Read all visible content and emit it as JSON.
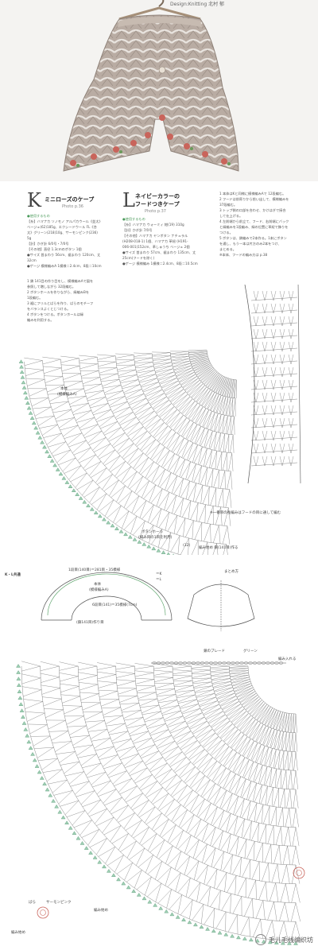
{
  "credit": "Design:Knitting 北村 郁",
  "k": {
    "letter": "K",
    "title": "ミニローズのケープ",
    "photo": "Photo p.36",
    "heading": "●使用するもの",
    "lines": [
      "【糸】ハマナカ ソノモノ アルパカウール《並太》",
      "ベージュ(62)185g、エクシードウール FL《合",
      "太》グリーン(218)10g、サーモンピンク(236)",
      "5g",
      "【針】かぎ針 6/0号・7/0号",
      "【その他】直径 1.3cmのボタン 1個",
      "●サイズ 首まわり 56cm、裾まわり 120cm、丈",
      "32cm",
      "●ゲージ 模様編みA 1模様＝2.4cm、8段＝10cm"
    ],
    "steps": [
      "1 鎖 141目の作り目をし、模様編みAで図を",
      "参照して増しながら 32段編む。",
      "2 ボタンホールを作りながら、縁編みBを",
      "1段編む。",
      "3 裾にフリルとばらを作り、ばらのモチーフ",
      "をバランスよくとじつける。",
      "4 ボタンをつける。ボタンホールは縁",
      "編みを利用する。"
    ]
  },
  "l": {
    "letter": "L",
    "title1": "ネイビーカラーの",
    "title2": "フードつきケープ",
    "photo": "Photo p.37",
    "heading": "●使用するもの",
    "lines": [
      "【糸】ハマナカ ウォーミィ 紺(19) 310g",
      "【針】かぎ針 7/0号",
      "【その他】ハマナカ ヤンボタン ナチュラル",
      "(H208-018-1) 1個、ハマナカ 革紐 (H191-",
      "006-001)152cm、革しゅうち ベージュ 2個",
      "●サイズ 首まわり 57cm、裾まわり 135cm、丈",
      "25cm(フードを除く)",
      "●ゲージ 模様編み 1模様＝2.4cm、8段＝10.5cm"
    ],
    "steps": [
      "1 本体はKと同様に模様編みAで 12段編む。",
      "2 フードは前寄りから拾い出して、模様編みを",
      "37段編む。",
      "3 トップ側の口部を合わせ、かけはぎで接合",
      "して仕上げる。",
      "4 左前端から前立て、フード、右前端にバック",
      "と縁編みを1段編み、緑の位置に革紐で飾りを",
      "つける。",
      "5 ボタンは、鎖編みで2本作る。1本にボタン",
      "を通し、もう一本は片方のみ2本をつけ、",
      "まとめる。"
    ],
    "note": "※本体、フードの編み方は p.38"
  },
  "diagram1": {
    "body_label": "本体",
    "body_sub": "(模様編みA)",
    "hood_note": "※一番目の長編みはフードの目に通して編む",
    "btn": "ボタンホール",
    "btn_sub": "(縁み目の1目を利用)",
    "rows": "(32)",
    "start": "編み始め 鎖(141目)作る"
  },
  "sec2": {
    "title": "K・L共通",
    "top": "1段目(140目)＝281目・35模様",
    "body": "本体",
    "body_sub": "(模様編みA)",
    "mid": "6段目(141)＝35模様(7cm)",
    "neck": "(鎖141目)作り目",
    "legend_a": "＝K",
    "legend_b": "＝L",
    "finish": "まとめ方",
    "braid": "鎖のブレード",
    "braid_sub": "グリーン",
    "fill": "編み入れる",
    "rose": "ばら",
    "rose_sub": "サーモンピンク",
    "start2": "編み始め",
    "foot": "編み始め",
    "watermark": "毛儿毛线编织坊"
  }
}
